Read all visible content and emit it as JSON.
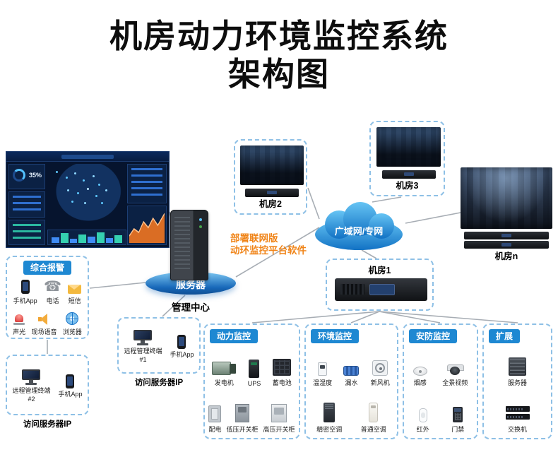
{
  "title": {
    "line1": "机房动力环境监控系统",
    "line2": "架构图"
  },
  "dashboard": {
    "gauge_value": "35%"
  },
  "center": {
    "note_line1": "部署联网版",
    "note_line2": "动环监控平台软件",
    "server_label": "服务器",
    "server_caption": "管理中心"
  },
  "cloud": {
    "label": "广域网/专网"
  },
  "rooms": {
    "room1": "机房1",
    "room2": "机房2",
    "room3": "机房3",
    "roomn": "机房n"
  },
  "alarm": {
    "label": "综合报警",
    "items": [
      {
        "icon": "phone-app-icon",
        "label": "手机App"
      },
      {
        "icon": "telephone-icon",
        "label": "电话"
      },
      {
        "icon": "sms-icon",
        "label": "短信"
      },
      {
        "icon": "sound-light-alarm-icon",
        "label": "声光"
      },
      {
        "icon": "onsite-voice-icon",
        "label": "现场语音"
      },
      {
        "icon": "browser-icon",
        "label": "浏览器"
      }
    ]
  },
  "remote_center": {
    "caption": "访问服务器IP",
    "items": [
      {
        "icon": "terminal-icon",
        "label": "远程管理终端",
        "sub": "#1"
      },
      {
        "icon": "phone-app-icon",
        "label": "手机App",
        "sub": ""
      }
    ]
  },
  "remote_left": {
    "caption": "访问服务器IP",
    "items": [
      {
        "icon": "terminal-icon",
        "label": "远程管理终端",
        "sub": "#2"
      },
      {
        "icon": "phone-app-icon",
        "label": "手机App",
        "sub": ""
      }
    ]
  },
  "groups": [
    {
      "label": "动力监控",
      "items": [
        {
          "icon": "generator-icon",
          "label": "发电机"
        },
        {
          "icon": "ups-icon",
          "label": "UPS"
        },
        {
          "icon": "battery-icon",
          "label": "蓄电池"
        },
        {
          "icon": "power-distribution-icon",
          "label": "配电"
        },
        {
          "icon": "lv-switchgear-icon",
          "label": "低压开关柜"
        },
        {
          "icon": "hv-switchgear-icon",
          "label": "高压开关柜"
        }
      ]
    },
    {
      "label": "环境监控",
      "items": [
        {
          "icon": "temp-humidity-icon",
          "label": "温湿度"
        },
        {
          "icon": "water-leak-icon",
          "label": "漏水"
        },
        {
          "icon": "fresh-air-fan-icon",
          "label": "新风机"
        },
        {
          "icon": "precision-ac-icon",
          "label": "精密空调"
        },
        {
          "icon": "ordinary-ac-icon",
          "label": "普通空调"
        }
      ]
    },
    {
      "label": "安防监控",
      "items": [
        {
          "icon": "smoke-detector-icon",
          "label": "烟感"
        },
        {
          "icon": "panoramic-video-icon",
          "label": "全景视频"
        },
        {
          "icon": "infrared-icon",
          "label": "红外"
        },
        {
          "icon": "access-control-icon",
          "label": "门禁"
        }
      ]
    },
    {
      "label": "扩展",
      "items": [
        {
          "icon": "server-icon",
          "label": "服务器"
        },
        {
          "icon": "switch-icon",
          "label": "交换机"
        }
      ]
    }
  ],
  "colors": {
    "accent_blue": "#1e88d2",
    "cloud_blue": "#1f8bd8",
    "note_orange": "#f08418",
    "dashed_border": "#8ec0e6",
    "connector_gray": "#a7adb4"
  }
}
